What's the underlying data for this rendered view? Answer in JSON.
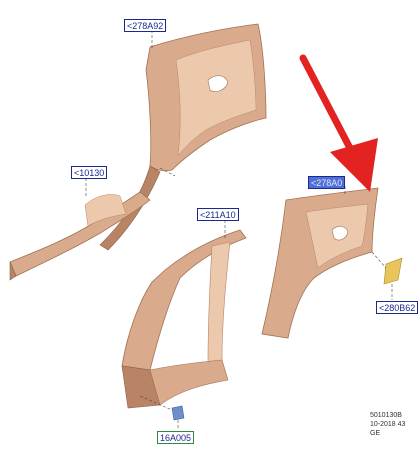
{
  "diagram": {
    "callouts": {
      "c278a92": "<278A92",
      "c10130": "<10130",
      "c278b0": "<278A0",
      "c211a10": "<211A10",
      "c280b62": "<280B62",
      "c16a005": "16A005"
    },
    "stamp": {
      "line1": "5010130B",
      "line2": "10-2018 43",
      "line3": "GE"
    },
    "colors": {
      "panel": "#d9ab8c",
      "panel_shade": "#b98466",
      "panel_light": "#ecc8ad",
      "arrow": "#e32222",
      "callout_border": "#1a2a8c",
      "callout_highlight": "#4f6fd8",
      "callout_green": "#2e8b3a",
      "clip_part": "#6f8fc8",
      "patch_part": "#e8c45a"
    }
  }
}
